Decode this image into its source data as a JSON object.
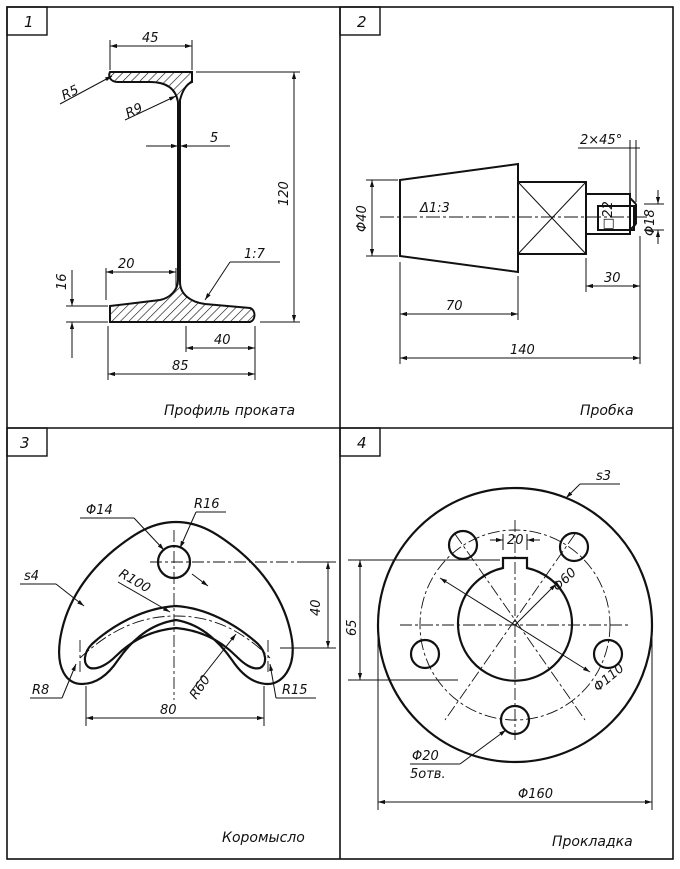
{
  "panels": [
    {
      "number": "1",
      "caption": "Профиль проката",
      "dims": {
        "top_width": "45",
        "r_outer": "R5",
        "r_inner": "R9",
        "web": "5",
        "height": "120",
        "flange_left": "20",
        "flange_thk": "16",
        "roughness": "1:7",
        "bottom_right": "40",
        "total_width": "85"
      }
    },
    {
      "number": "2",
      "caption": "Пробка",
      "dims": {
        "chamfer": "2×45°",
        "d_big": "Φ40",
        "taper": "Δ1:3",
        "d_square": "□22",
        "d_end": "Φ18",
        "len_end": "30",
        "len_cone": "70",
        "len_total": "140"
      }
    },
    {
      "number": "3",
      "caption": "Коромысло",
      "dims": {
        "hole": "Φ14",
        "r_top": "R16",
        "thickness": "s4",
        "r_large": "R100",
        "height": "40",
        "r_left": "R8",
        "r_small": "R60",
        "r_right": "R15",
        "width": "80"
      }
    },
    {
      "number": "4",
      "caption": "Прокладка",
      "dims": {
        "thickness": "s3",
        "key_width": "20",
        "bore": "Φ60",
        "key_depth": "65",
        "pcd": "Φ110",
        "holes_d": "Φ20",
        "holes_n": "5отв.",
        "outer": "Φ160"
      }
    }
  ]
}
